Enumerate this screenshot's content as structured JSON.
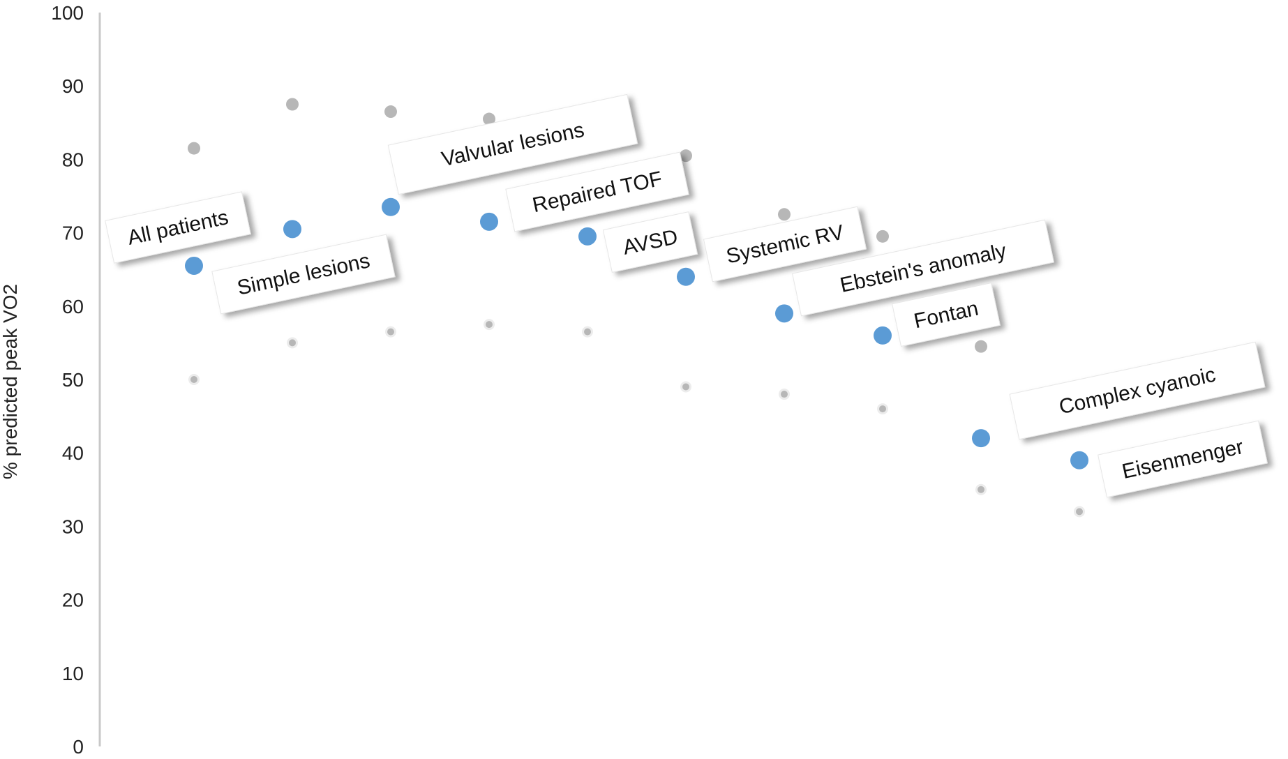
{
  "chart_data": {
    "type": "scatter",
    "ylabel": "% predicted peak VO2",
    "xlabel": "",
    "ylim": [
      0,
      100
    ],
    "yticks": [
      0,
      10,
      20,
      30,
      40,
      50,
      60,
      70,
      80,
      90,
      100
    ],
    "grid": false,
    "categories": [
      "All patients",
      "Simple lesions",
      "Valvular lesions",
      "Repaired TOF",
      "AVSD",
      "Systemic RV",
      "Ebstein's anomaly",
      "Fontan",
      "Complex cyanoic",
      "Eisenmenger"
    ],
    "series": [
      {
        "role": "mean",
        "values": [
          65.5,
          70.5,
          73.5,
          71.5,
          69.5,
          64.0,
          59.0,
          56.0,
          42.0,
          39.0
        ]
      },
      {
        "role": "upper",
        "values": [
          81.5,
          87.5,
          86.5,
          85.5,
          86.5,
          80.5,
          72.5,
          69.5,
          54.5,
          47.0
        ]
      },
      {
        "role": "lower",
        "values": [
          50.0,
          55.0,
          56.5,
          57.5,
          56.5,
          49.0,
          48.0,
          46.0,
          35.0,
          32.0
        ]
      }
    ],
    "colors": {
      "mean": "#5b9bd5",
      "range": "#b7b7b7",
      "axis": "#c8c8c8"
    }
  }
}
